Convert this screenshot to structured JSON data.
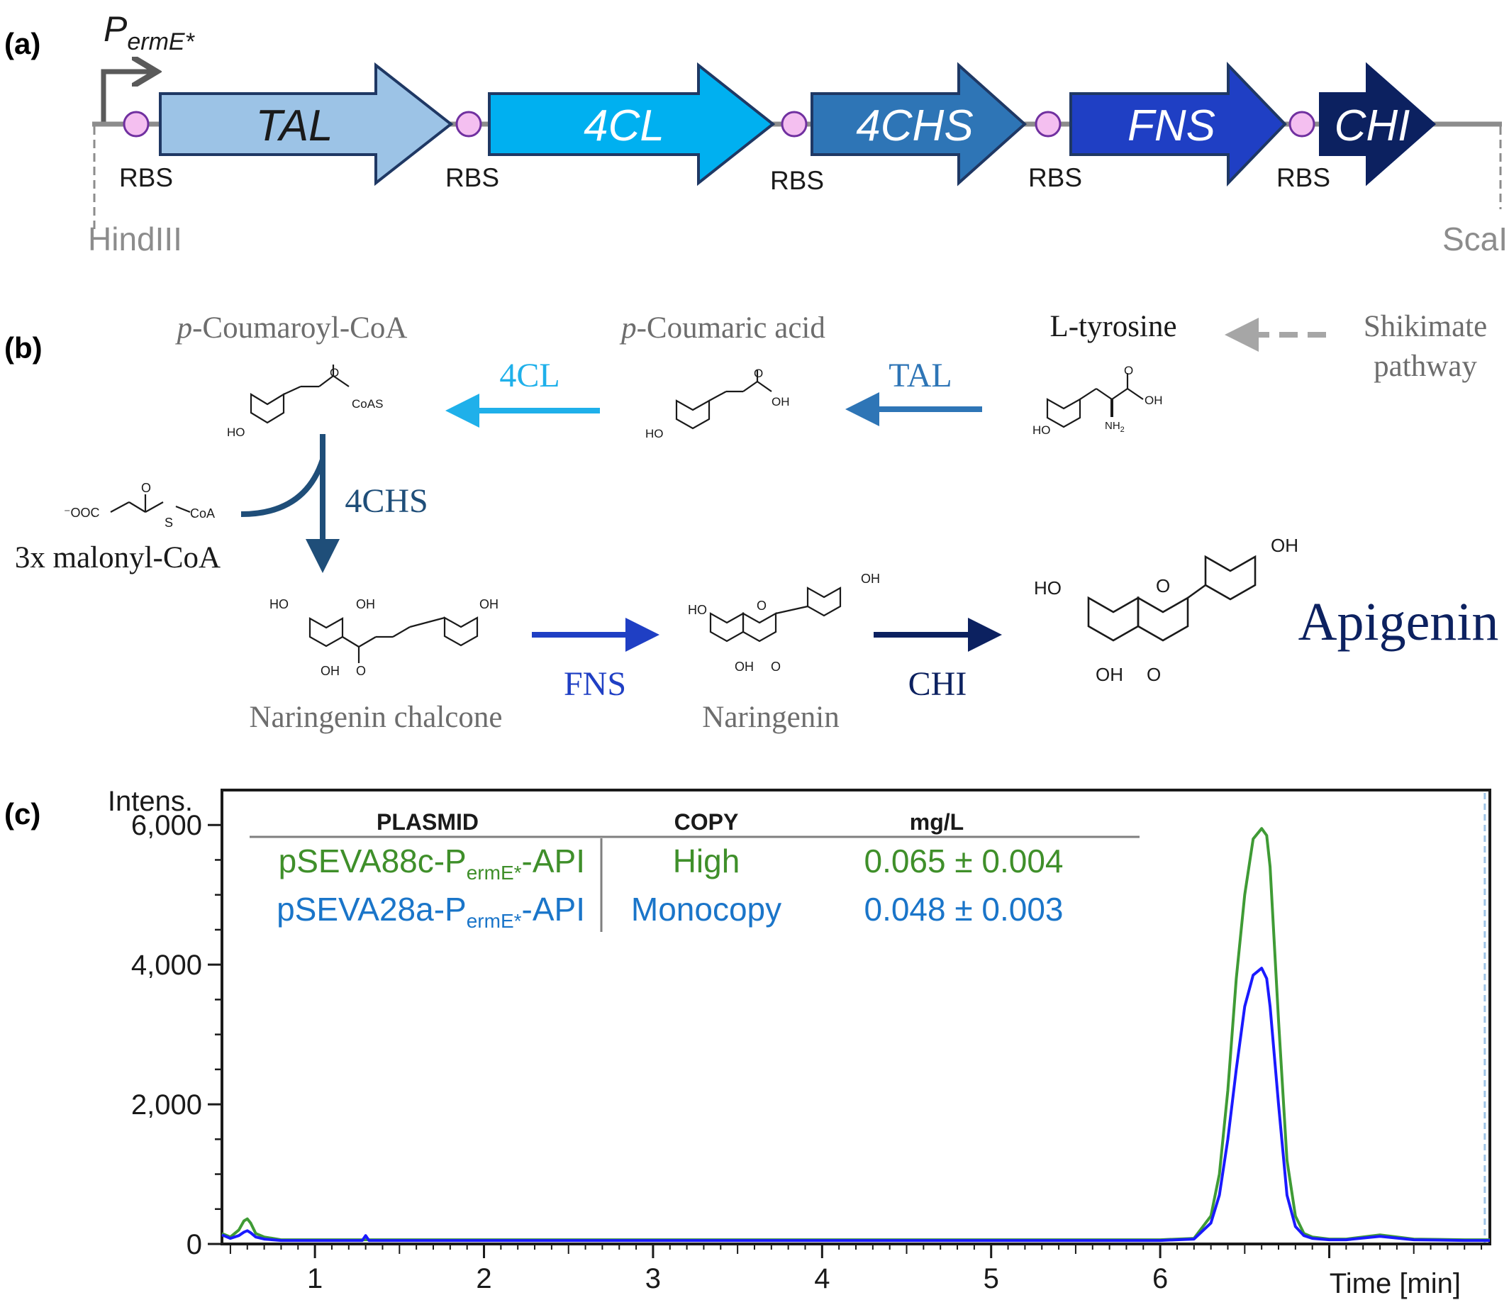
{
  "panels": {
    "a": "(a)",
    "b": "(b)",
    "c": "(c)"
  },
  "construct": {
    "promoter": {
      "main": "P",
      "sub": "ermE*"
    },
    "genes": [
      {
        "label": "TAL",
        "fill": "#9cc3e6",
        "text": "#1a1a1a"
      },
      {
        "label": "4CL",
        "fill": "#00b0f0",
        "text": "#ffffff"
      },
      {
        "label": "4CHS",
        "fill": "#2e75b6",
        "text": "#ffffff"
      },
      {
        "label": "FNS",
        "fill": "#1f3fc4",
        "text": "#ffffff"
      },
      {
        "label": "CHI",
        "fill": "#0c2160",
        "text": "#ffffff"
      }
    ],
    "rbs_label": "RBS",
    "sites": {
      "left": "HindIII",
      "right": "ScaI"
    },
    "colors": {
      "backbone": "#8c8c8c",
      "rbs": "#f4bff0",
      "rbs_edge": "#7030a0",
      "outline": "#1f3864"
    }
  },
  "pathway": {
    "compounds": {
      "coumaroyl_coa": {
        "prefix": "p",
        "rest": "-Coumaroyl-CoA"
      },
      "coumaric": {
        "prefix": "p",
        "rest": "-Coumaric acid"
      },
      "tyrosine": "L-tyrosine",
      "shikimate_line1": "Shikimate",
      "shikimate_line2": "pathway",
      "malonyl": "3x malonyl-CoA",
      "chalcone": "Naringenin chalcone",
      "naringenin": "Naringenin",
      "apigenin": "Apigenin"
    },
    "enzymes": {
      "4CL": "4CL",
      "TAL": "TAL",
      "4CHS": "4CHS",
      "FNS": "FNS",
      "CHI": "CHI"
    },
    "atoms": {
      "HO": "HO",
      "OH": "OH",
      "O": "O",
      "CoAS": "CoAS",
      "NH2": "NH",
      "two": "2",
      "OOC": "⁻OOC",
      "S": "S",
      "CoA": "CoA"
    },
    "colors": {
      "4CL": "#1fb0ea",
      "TAL": "#2e75b6",
      "4CHS": "#1f4e79",
      "FNS": "#1f3fc4",
      "CHI": "#0c2160",
      "grey": "#6d6d6d",
      "apigenin": "#0c2160"
    }
  },
  "chart_data": {
    "type": "line",
    "ylabel": "Intens.",
    "xlabel": "Time [min]",
    "xlim": [
      0.45,
      7.95
    ],
    "ylim": [
      0,
      6500
    ],
    "xticks": [
      1,
      2,
      3,
      4,
      5,
      6
    ],
    "yticks": [
      0,
      2000,
      4000,
      6000
    ],
    "ytick_labels": [
      "0",
      "2,000",
      "4,000",
      "6,000"
    ],
    "dashed_marker_x": 7.92,
    "series": [
      {
        "name": "pSEVA88c-PermE*-API",
        "color": "#3f9b35",
        "x": [
          0.45,
          0.5,
          0.55,
          0.58,
          0.6,
          0.62,
          0.65,
          0.7,
          0.8,
          1.0,
          1.3,
          2.0,
          3.0,
          4.0,
          5.0,
          6.0,
          6.2,
          6.3,
          6.35,
          6.4,
          6.45,
          6.5,
          6.55,
          6.6,
          6.63,
          6.65,
          6.7,
          6.75,
          6.8,
          6.85,
          6.9,
          7.0,
          7.1,
          7.3,
          7.5,
          7.8,
          7.95
        ],
        "y": [
          150,
          100,
          200,
          330,
          360,
          300,
          150,
          100,
          60,
          60,
          60,
          60,
          60,
          60,
          60,
          60,
          80,
          400,
          1000,
          2200,
          3800,
          5000,
          5800,
          5950,
          5850,
          5400,
          3200,
          1200,
          400,
          150,
          100,
          70,
          70,
          130,
          70,
          60,
          60
        ]
      },
      {
        "name": "pSEVA28a-PermE*-API",
        "color": "#1a1aff",
        "x": [
          0.45,
          0.5,
          0.55,
          0.58,
          0.6,
          0.62,
          0.65,
          0.7,
          0.8,
          1.0,
          1.28,
          1.3,
          1.32,
          2.0,
          3.0,
          4.0,
          5.0,
          6.0,
          6.2,
          6.3,
          6.35,
          6.4,
          6.45,
          6.5,
          6.55,
          6.6,
          6.63,
          6.65,
          6.7,
          6.75,
          6.8,
          6.85,
          6.9,
          7.0,
          7.1,
          7.3,
          7.5,
          7.8,
          7.95
        ],
        "y": [
          130,
          80,
          120,
          170,
          190,
          160,
          100,
          70,
          50,
          50,
          50,
          120,
          50,
          50,
          50,
          50,
          50,
          50,
          70,
          300,
          700,
          1500,
          2500,
          3400,
          3850,
          3950,
          3800,
          3400,
          2000,
          700,
          250,
          120,
          80,
          60,
          60,
          110,
          60,
          50,
          50
        ]
      }
    ]
  },
  "table": {
    "headers": [
      "PLASMID",
      "COPY",
      "mg/L"
    ],
    "rows": [
      {
        "plasmid": "pSEVA88c-P",
        "sub": "ermE*",
        "tail": "-API",
        "copy": "High",
        "value": "0.065 ± 0.004",
        "color": "#3f8f2a"
      },
      {
        "plasmid": "pSEVA28a-P",
        "sub": "ermE*",
        "tail": "-API",
        "copy": "Monocopy",
        "value": "0.048 ± 0.003",
        "color": "#1a75c9"
      }
    ]
  }
}
